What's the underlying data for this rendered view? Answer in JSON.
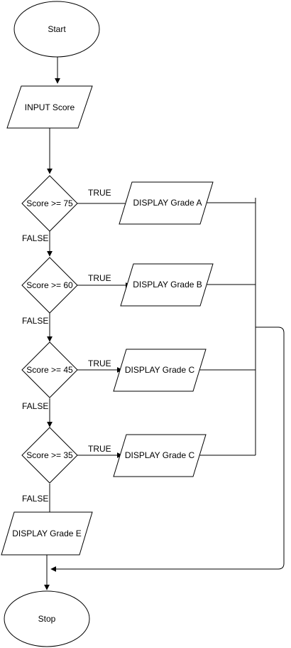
{
  "flowchart": {
    "start": "Start",
    "input": "INPUT Score",
    "decisions": [
      {
        "condition": "Score >= 75",
        "true_label": "TRUE",
        "false_label": "FALSE",
        "output": "DISPLAY Grade A"
      },
      {
        "condition": "Score >= 60",
        "true_label": "TRUE",
        "false_label": "FALSE",
        "output": "DISPLAY Grade B"
      },
      {
        "condition": "Score >= 45",
        "true_label": "TRUE",
        "false_label": "FALSE",
        "output": "DISPLAY Grade C"
      },
      {
        "condition": "Score >= 35",
        "true_label": "TRUE",
        "false_label": "FALSE",
        "output": "DISPLAY Grade C"
      }
    ],
    "default_output": "DISPLAY Grade E",
    "stop": "Stop",
    "colors": {
      "stroke": "#000000",
      "fill": "#ffffff",
      "text": "#000000"
    }
  }
}
